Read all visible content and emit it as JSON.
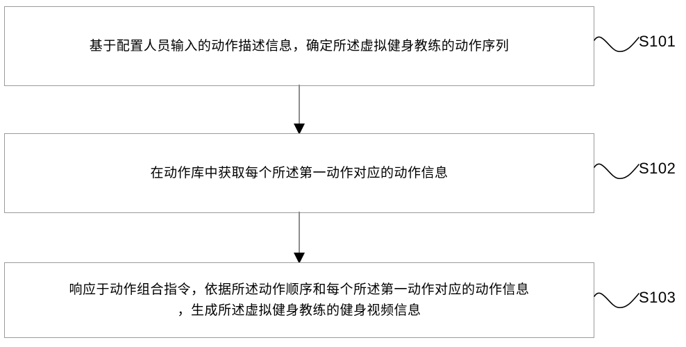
{
  "diagram": {
    "type": "flowchart",
    "orientation": "vertical",
    "background_color": "#ffffff",
    "box_border_color": "#9a9a9a",
    "text_color": "#000000",
    "steps": [
      {
        "id": "S101",
        "label": "S101",
        "text": "基于配置人员输入的动作描述信息，确定所述虚拟健身教练的动作序列"
      },
      {
        "id": "S102",
        "label": "S102",
        "text": "在动作库中获取每个所述第一动作对应的动作信息"
      },
      {
        "id": "S103",
        "label": "S103",
        "text": "响应于动作组合指令，依据所述动作顺序和每个所述第一动作对应的动作信息\n，生成所述虚拟健身教练的健身视频信息"
      }
    ],
    "connectors": [
      {
        "id": "arrow-1",
        "from": "S101",
        "to": "S102",
        "style": "solid-arrow-down"
      },
      {
        "id": "arrow-2",
        "from": "S102",
        "to": "S103",
        "style": "solid-arrow-down"
      }
    ]
  }
}
